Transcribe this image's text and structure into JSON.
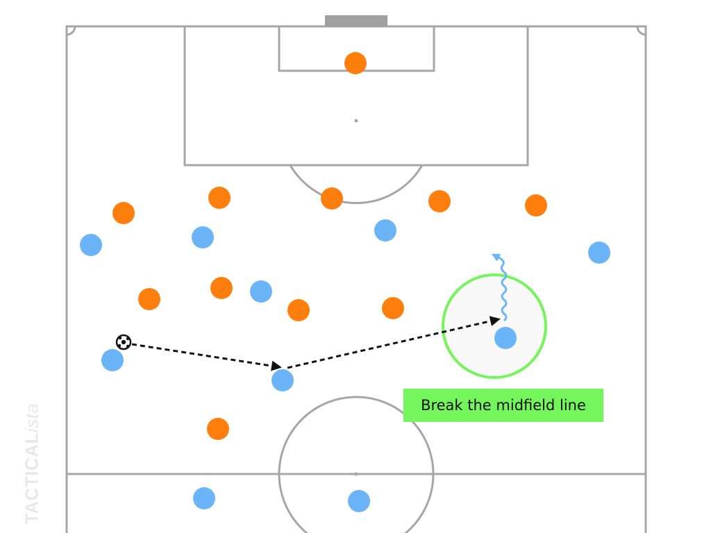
{
  "colors": {
    "pitch_line": "#a6a6a6",
    "goal": "#a0a0a0",
    "team_orange": "#ff7f0e",
    "team_blue": "#6ab4f7",
    "highlight": "#73f55b",
    "pass_arrow": "#111111",
    "run_arrow": "#6ab4f7",
    "watermark": "#e8e8e8"
  },
  "icons": {
    "ball": "soccer-ball-icon",
    "pass": "dashed-arrow-icon",
    "run": "wavy-arrow-icon"
  },
  "annotation": {
    "label": "Break the midfield line"
  },
  "watermark": {
    "brand_bold": "TACTICAL",
    "brand_italic": "ista"
  }
}
